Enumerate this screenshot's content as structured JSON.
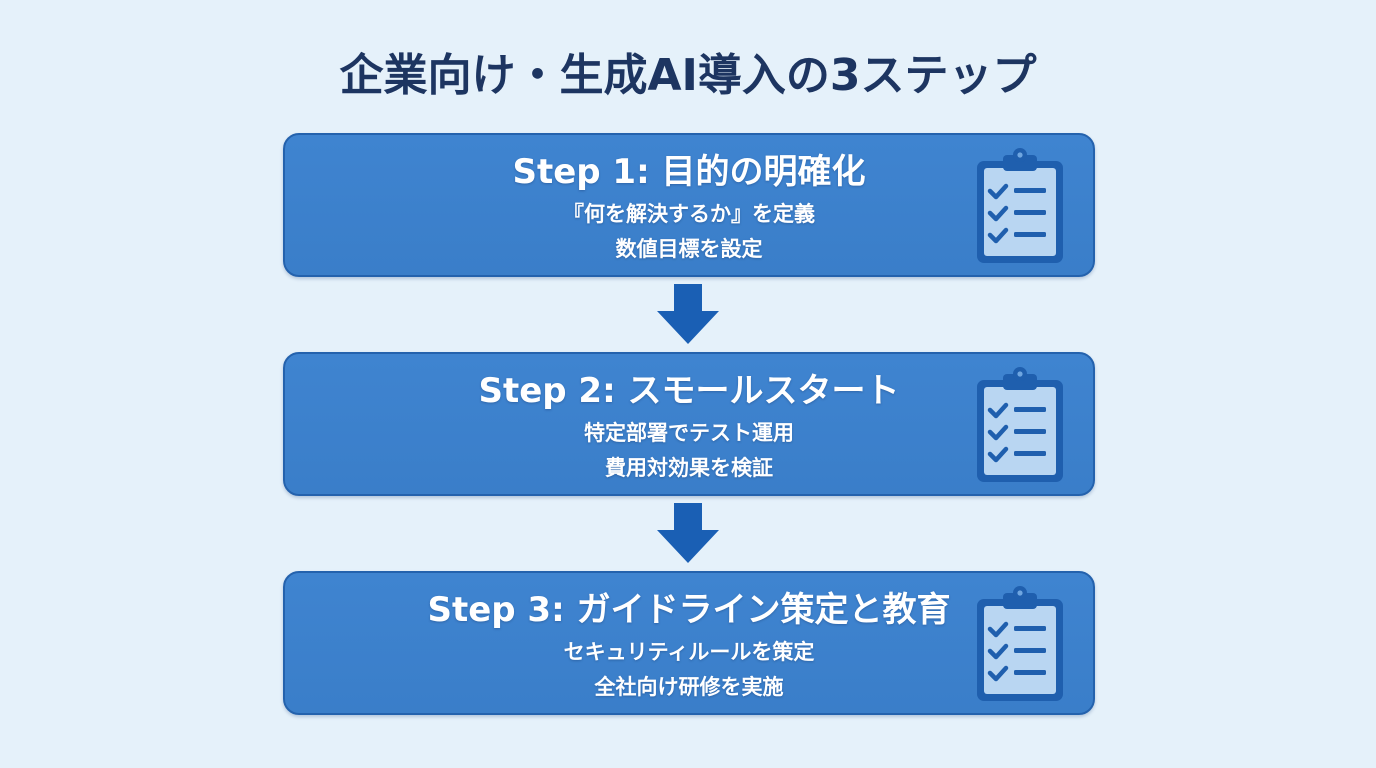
{
  "title": "企業向け・生成AI導入の3ステップ",
  "colors": {
    "background": "#e5f1fa",
    "title": "#1d3561",
    "box_fill": "#3c80cc",
    "box_border": "#2462ad",
    "arrow": "#1a5fb4",
    "icon_dark": "#1f5fae",
    "icon_light": "#b9d6f2",
    "text": "#ffffff"
  },
  "steps": [
    {
      "heading": "Step 1: 目的の明確化",
      "lines": [
        "『何を解決するか』を定義",
        "数値目標を設定"
      ],
      "icon": "clipboard-checklist-icon"
    },
    {
      "heading": "Step 2: スモールスタート",
      "lines": [
        "特定部署でテスト運用",
        "費用対効果を検証"
      ],
      "icon": "clipboard-checklist-icon"
    },
    {
      "heading": "Step 3: ガイドライン策定と教育",
      "lines": [
        "セキュリティルールを策定",
        "全社向け研修を実施"
      ],
      "icon": "clipboard-checklist-icon"
    }
  ],
  "connectors": [
    {
      "icon": "arrow-down-icon"
    },
    {
      "icon": "arrow-down-icon"
    }
  ]
}
